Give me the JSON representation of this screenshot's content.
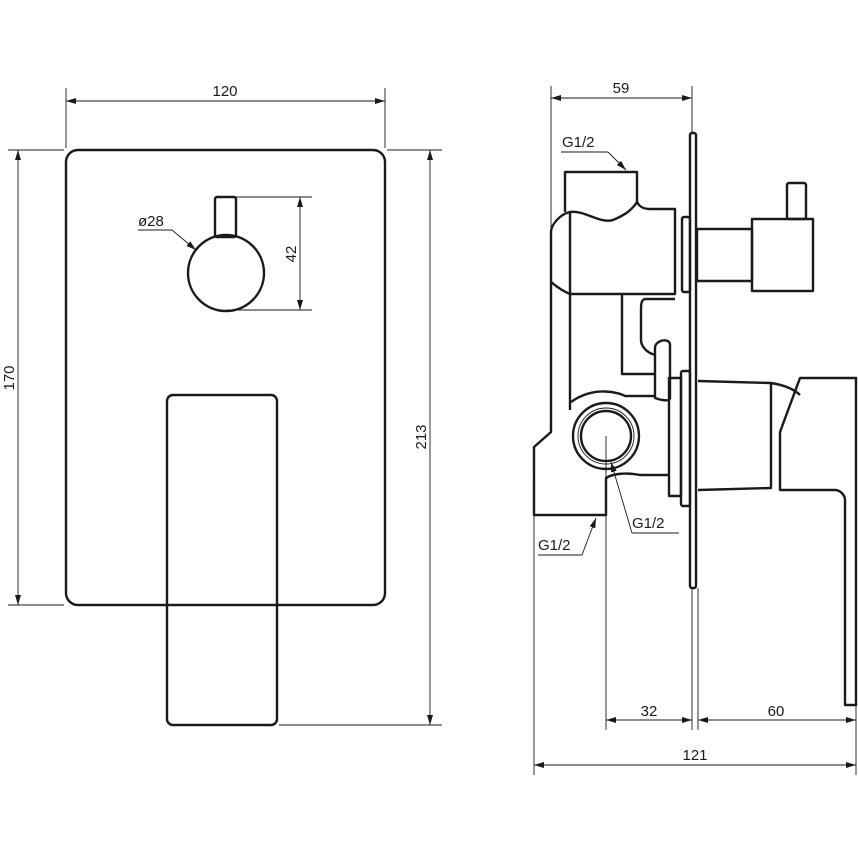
{
  "front_view": {
    "width_dim": "120",
    "height_dim": "170",
    "total_height_dim": "213",
    "knob_height_dim": "42",
    "knob_diameter_dim": "ø28"
  },
  "side_view": {
    "depth_dim": "59",
    "inlet_top_label": "G1/2",
    "outlet_bottom_label": "G1/2",
    "outlet_side_label": "G1/2",
    "wall_offset_dim": "32",
    "lever_projection_dim": "60",
    "total_depth_dim": "121"
  },
  "colors": {
    "line": "#1a1a1a",
    "background": "#ffffff"
  }
}
